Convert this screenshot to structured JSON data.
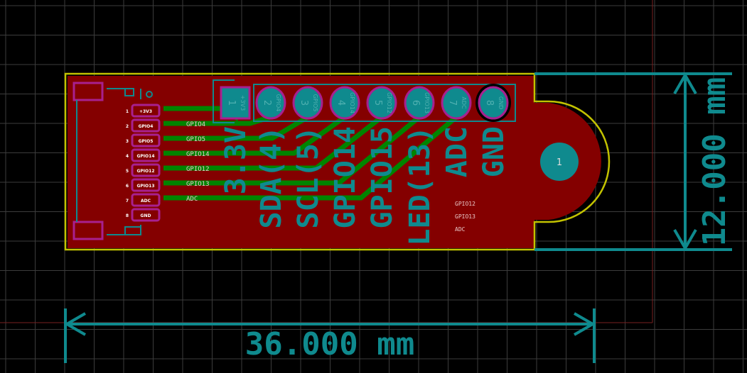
{
  "colors": {
    "copper": "#840000",
    "track": "#008400",
    "silk": "#0f8a8e",
    "outline": "#c2c200",
    "pad_ring": "#a8208f",
    "grid": "#4a4a4a"
  },
  "fpc_pins": [
    {
      "num": "1",
      "name": "+3V3"
    },
    {
      "num": "2",
      "name": "GPIO4"
    },
    {
      "num": "3",
      "name": "GPIO5"
    },
    {
      "num": "4",
      "name": "GPIO14"
    },
    {
      "num": "5",
      "name": "GPIO12"
    },
    {
      "num": "6",
      "name": "GPIO13"
    },
    {
      "num": "7",
      "name": "ADC"
    },
    {
      "num": "8",
      "name": "GND"
    }
  ],
  "header_pins": [
    {
      "num": "1",
      "name": "+3V3"
    },
    {
      "num": "2",
      "name": "GPIO4"
    },
    {
      "num": "3",
      "name": "GPIO5"
    },
    {
      "num": "4",
      "name": "GPIO14"
    },
    {
      "num": "5",
      "name": "GPIO12"
    },
    {
      "num": "6",
      "name": "GPIO13"
    },
    {
      "num": "7",
      "name": "ADC"
    },
    {
      "num": "8",
      "name": "GND"
    }
  ],
  "net_labels": [
    "GPIO4",
    "GPIO5",
    "GPIO14",
    "GPIO12",
    "GPIO13",
    "ADC"
  ],
  "diag_labels": [
    "GPIO12",
    "GPIO13",
    "ADC"
  ],
  "silk_labels": [
    "3.3V",
    "SDA(4)",
    "SCL(5)",
    "GPIO14",
    "GPIO15",
    "LED(13)",
    "ADC",
    "GND"
  ],
  "mount_hole": "1",
  "dimensions": {
    "width": "36.000 mm",
    "height": "12.000 mm"
  }
}
